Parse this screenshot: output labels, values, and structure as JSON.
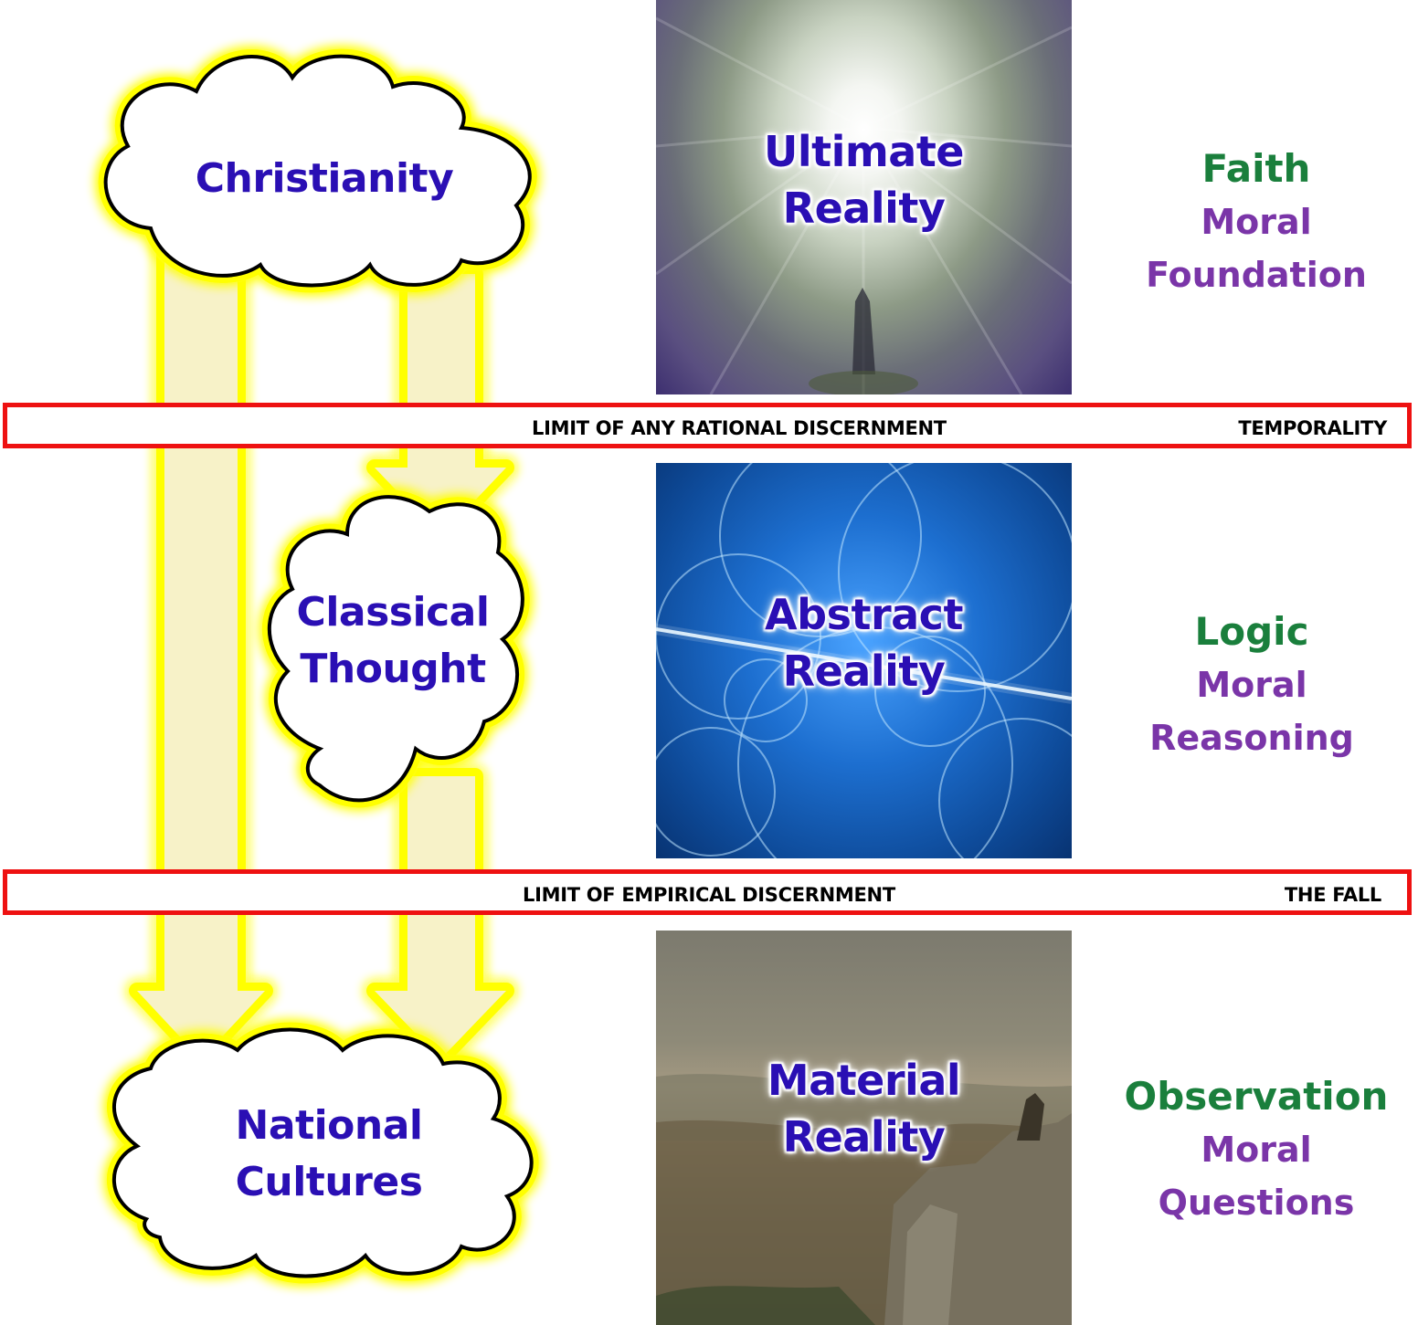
{
  "clouds": {
    "christianity": "Christianity",
    "classical": [
      "Classical",
      "Thought"
    ],
    "national": [
      "National",
      "Cultures"
    ]
  },
  "panels": {
    "ultimate": [
      "Ultimate",
      "Reality"
    ],
    "abstract": [
      "Abstract",
      "Reality"
    ],
    "material": [
      "Material",
      "Reality"
    ]
  },
  "limits": {
    "rational": {
      "label": "LIMIT OF ANY RATIONAL DISCERNMENT",
      "right": "TEMPORALITY"
    },
    "empirical": {
      "label": "LIMIT OF EMPIRICAL DISCERNMENT",
      "right": "THE FALL"
    }
  },
  "sides": {
    "top": {
      "key": "Faith",
      "line1": "Moral",
      "line2": "Foundation"
    },
    "middle": {
      "key": "Logic",
      "line1": "Moral",
      "line2": "Reasoning"
    },
    "bottom": {
      "key": "Observation",
      "line1": "Moral",
      "line2": "Questions"
    }
  },
  "colors": {
    "cloud_text": "#2a0fb4",
    "limit_border": "#ee1111",
    "key_word": "#1a7f3c",
    "moral_word": "#7a35a8",
    "arrow_glow": "#ffff00",
    "arrow_fill": "#f7f2c8"
  }
}
